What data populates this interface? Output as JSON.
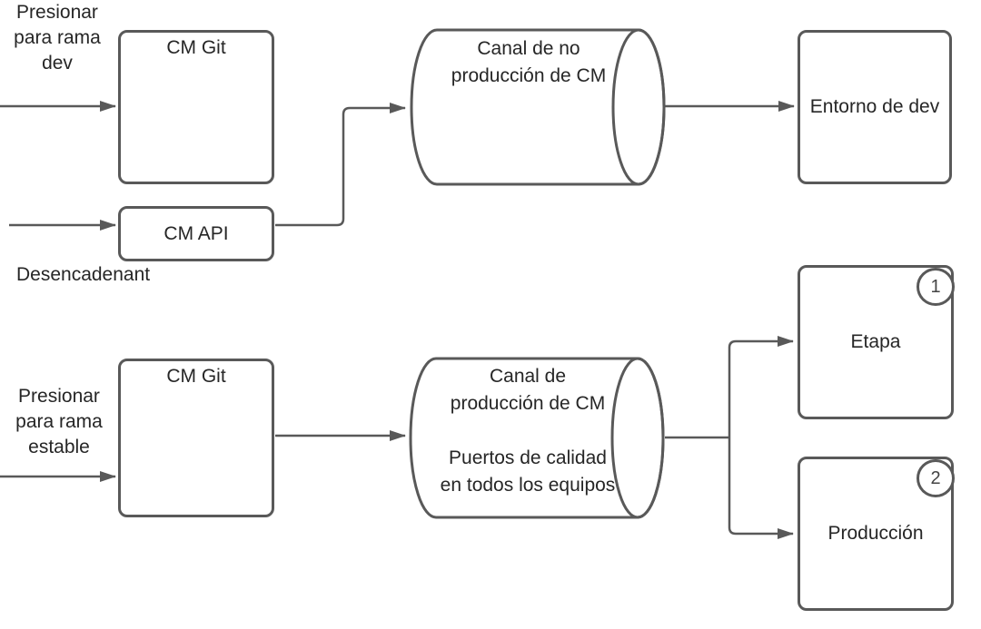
{
  "colors": {
    "line": "#595959",
    "text": "#262626",
    "fill": "#ffffff"
  },
  "top_flow": {
    "push_label": {
      "lines": [
        "Presionar",
        "para rama",
        "dev"
      ]
    },
    "git_box": "CM Git",
    "api_box": "CM API",
    "trigger_label": "Desencadenant",
    "pipeline": {
      "lines": [
        "Canal de no",
        "producción de CM"
      ]
    },
    "target_box": "Entorno de dev"
  },
  "bottom_flow": {
    "push_label": {
      "lines": [
        "Presionar",
        "para rama",
        "estable"
      ]
    },
    "git_box": "CM Git",
    "pipeline": {
      "lines": [
        "Canal de",
        "producción de CM",
        "",
        "Puertos de calidad",
        "en todos los equipos"
      ]
    },
    "stage_box": {
      "label": "Etapa",
      "badge": "1"
    },
    "production_box": {
      "label": "Producción",
      "badge": "2"
    }
  }
}
